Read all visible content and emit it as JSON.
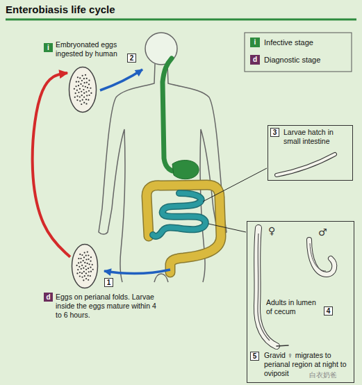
{
  "diagram": {
    "title": "Enterobiasis life cycle",
    "nodes": [
      {
        "text": [
          "Embryonated eggs ingested by human"
        ]
      },
      {
        "text": [
          "Larvae hatch in small intestine"
        ]
      },
      {
        "text": [
          "Adults in lumen of cecum",
          "Gravid ♀ migrates to perianal region at night to oviposit"
        ]
      },
      {
        "text": [
          "Eggs on perianal folds. Larvae inside the eggs mature within 4 to 6 hours."
        ]
      }
    ],
    "edges": [
      {
        "from": 3,
        "to": 0,
        "arrow": "to"
      }
    ],
    "labels": [
      "i",
      "d",
      "i",
      "2",
      "3",
      "♀",
      "♂",
      "4",
      "5",
      "d",
      "1",
      "白衣奶爸"
    ],
    "legend": [
      {
        "text": "Infective stage",
        "color": "#2e8b3e"
      },
      {
        "text": "Diagnostic stage",
        "color": "#6b2d5c"
      }
    ]
  }
}
